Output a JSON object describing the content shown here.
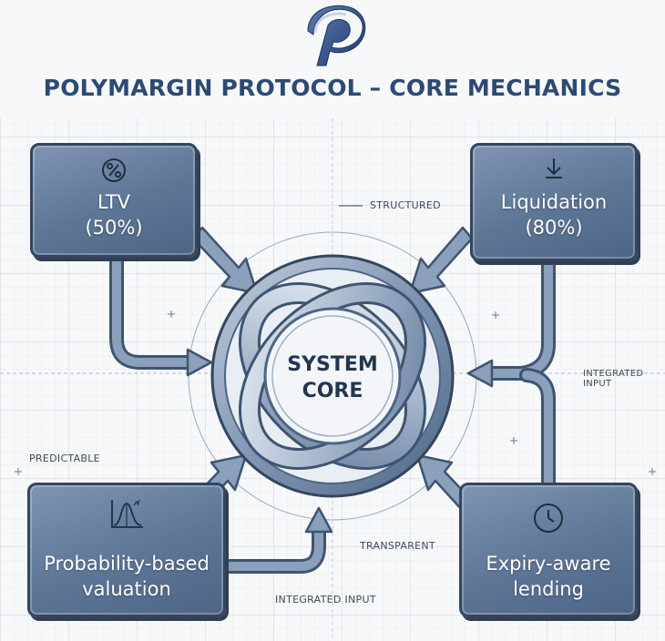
{
  "title": "POLYMARGIN PROTOCOL – CORE MECHANICS",
  "core": {
    "line1": "SYSTEM",
    "line2": "CORE"
  },
  "boxes": {
    "ltv": {
      "line1": "LTV",
      "line2": "(50%)",
      "icon": "percent-icon"
    },
    "liquidation": {
      "line1": "Liquidation",
      "line2": "(80%)",
      "icon": "down-arrow-icon"
    },
    "probability": {
      "line1": "Probability-based",
      "line2": "valuation",
      "icon": "distribution-chart-icon"
    },
    "expiry": {
      "line1": "Expiry-aware",
      "line2": "lending",
      "icon": "clock-icon"
    }
  },
  "annotations": {
    "structured": "STRUCTURED",
    "integrated_right": "INTEGRATED INPUT",
    "predictable": "PREDICTABLE",
    "transparent": "TRANSPARENT",
    "integrated_bottom": "INTEGRATED INPUT"
  },
  "colors": {
    "box_fill": "#5d7696",
    "box_border": "#34465d",
    "title": "#2c4a72",
    "arrow": "#6f86a3",
    "core_ring": "#8fa3bd",
    "grid": "#dfe4ea"
  }
}
